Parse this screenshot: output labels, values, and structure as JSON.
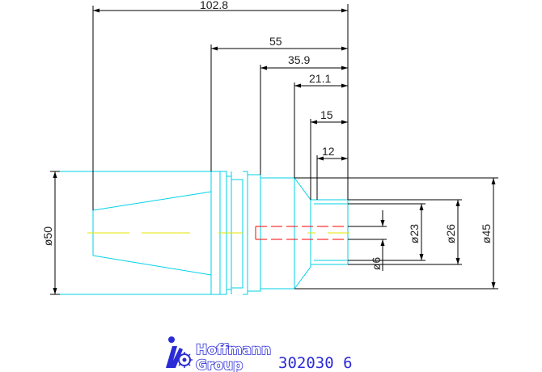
{
  "colors": {
    "outline": "#00d2e6",
    "dimension": "#000000",
    "centerline": "#e6e600",
    "hidden": "#ff0000",
    "brand": "#2b2bd6",
    "background": "#ffffff"
  },
  "dimensions": {
    "horizontal": [
      "102.8",
      "55",
      "35.9",
      "21.1",
      "15",
      "12"
    ],
    "diameters": [
      "ø50",
      "ø45",
      "ø26",
      "ø23",
      "ø6"
    ]
  },
  "footer": {
    "brand_line1": "Hoffmann",
    "brand_line2": "Group",
    "logo_icon": "hoffmann-logo-icon",
    "part_number": "302030 6"
  }
}
